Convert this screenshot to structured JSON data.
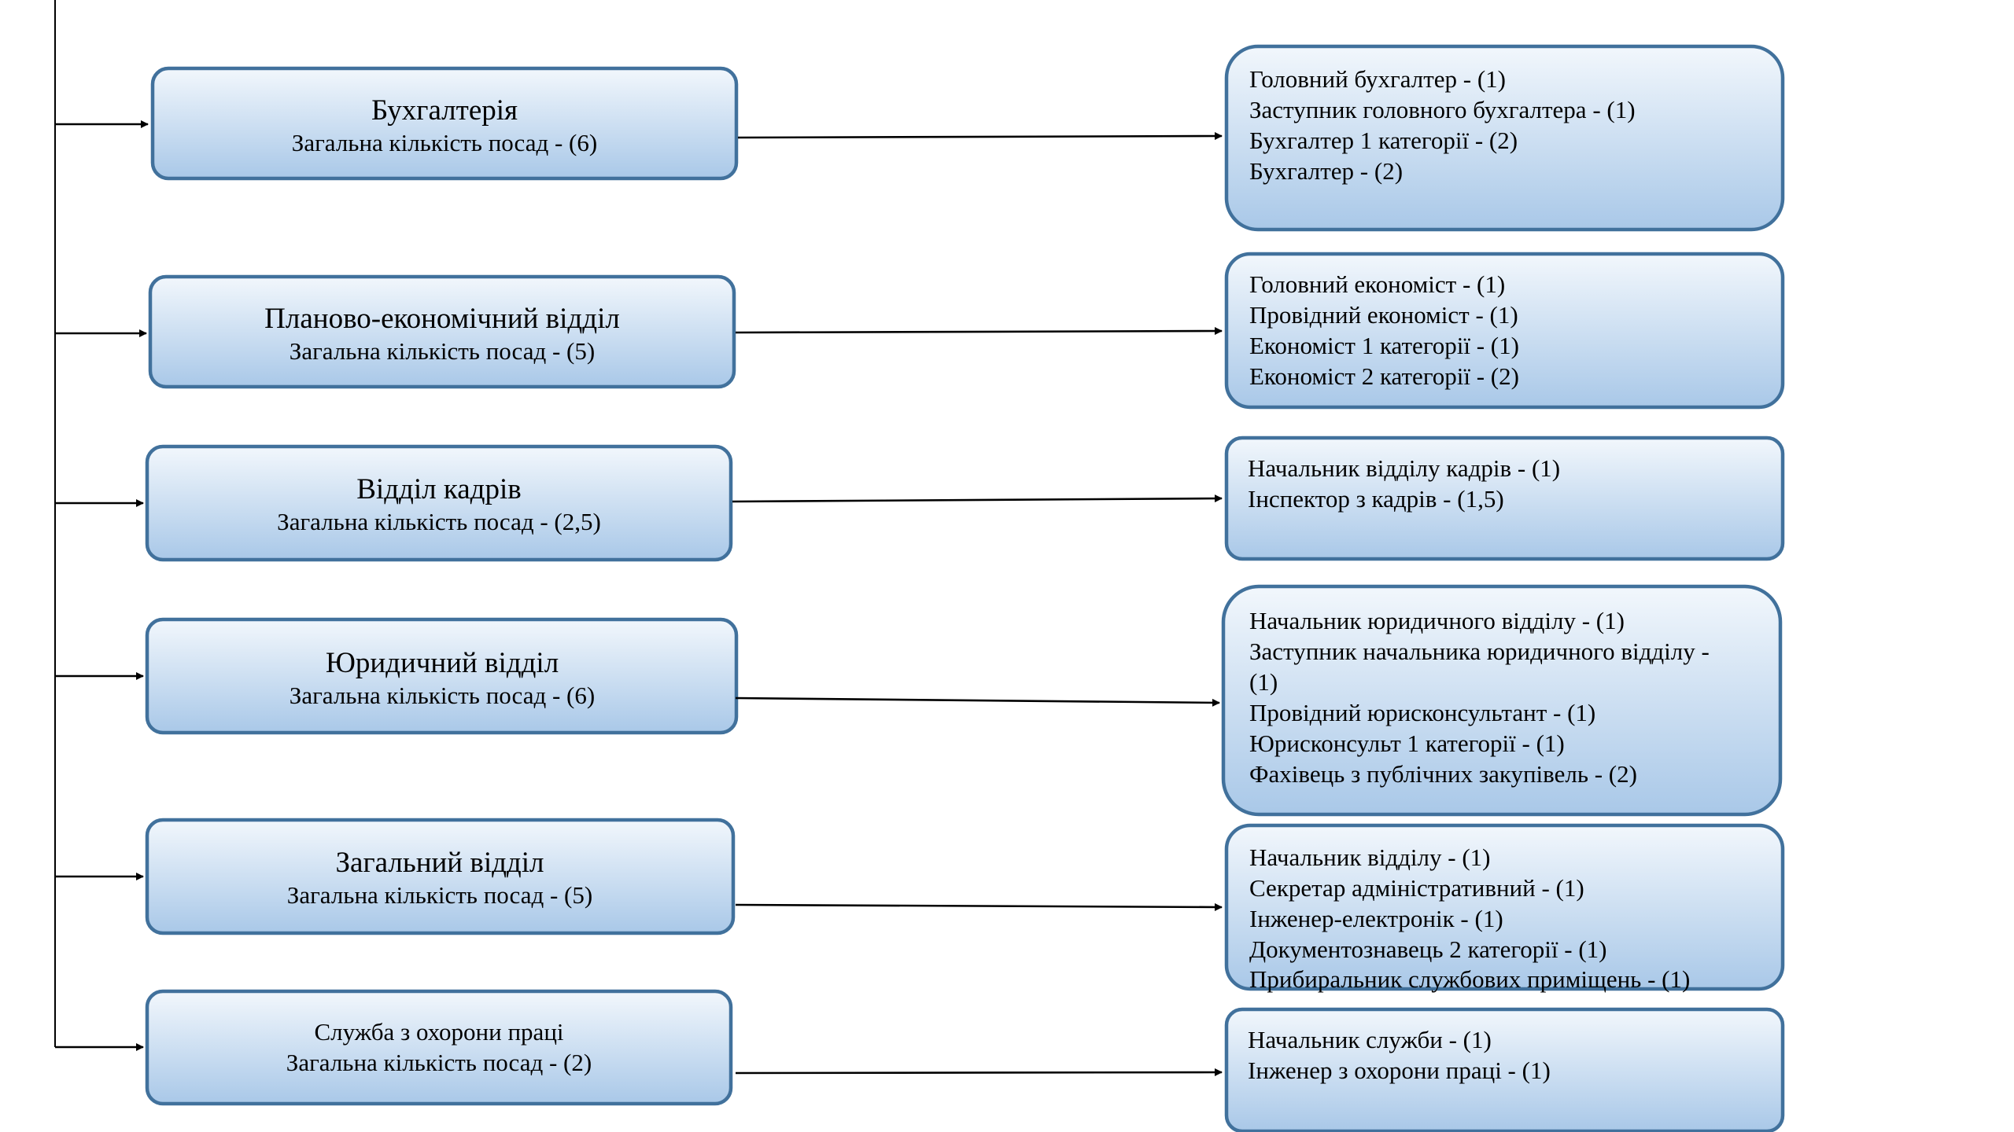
{
  "departments": [
    {
      "id": "accounting",
      "name": "Бухгалтерія",
      "count_label": "Загальна кількість посад - (6)",
      "positions": [
        "Головний бухгалтер -  (1)",
        "Заступник головного бухгалтера - (1)",
        "Бухгалтер 1 категорії - (2)",
        "Бухгалтер - (2)"
      ]
    },
    {
      "id": "planning-economic",
      "name": "Планово-економічний відділ",
      "count_label": "Загальна кількість посад - (5)",
      "positions": [
        "Головний економіст - (1)",
        "Провідний економіст - (1)",
        "Економіст 1 категорії - (1)",
        "Економіст 2 категорії - (2)"
      ]
    },
    {
      "id": "hr",
      "name": "Відділ кадрів",
      "count_label": "Загальна кількість посад - (2,5)",
      "positions": [
        "Начальник відділу кадрів - (1)",
        "Інспектор з кадрів - (1,5)"
      ]
    },
    {
      "id": "legal",
      "name": "Юридичний відділ",
      "count_label": "Загальна кількість посад - (6)",
      "positions": [
        "Начальник юридичного відділу - (1)",
        "Заступник начальника юридичного відділу -",
        "(1)",
        "Провідний юрисконсультант - (1)",
        "Юрисконсульт 1 категорії - (1)",
        "Фахівець з публічних закупівель - (2)"
      ]
    },
    {
      "id": "general",
      "name": "Загальний відділ",
      "count_label": "Загальна кількість посад - (5)",
      "positions": [
        "Начальник відділу - (1)",
        "Секретар адміністративний - (1)",
        "Інженер-електронік - (1)",
        "Документознавець 2 категорії - (1)",
        "Прибиральник службових приміщень - (1)"
      ]
    },
    {
      "id": "labor-safety",
      "name": "Служба з охорони праці",
      "count_label": "Загальна кількість посад - (2)",
      "positions": [
        "Начальник служби - (1)",
        "Інженер з охорони праці - (1)"
      ]
    }
  ],
  "colors": {
    "box_fill_top": "#f2f7fc",
    "box_fill_bottom": "#a9c8e8",
    "box_border": "#41719c",
    "line": "#000000"
  }
}
